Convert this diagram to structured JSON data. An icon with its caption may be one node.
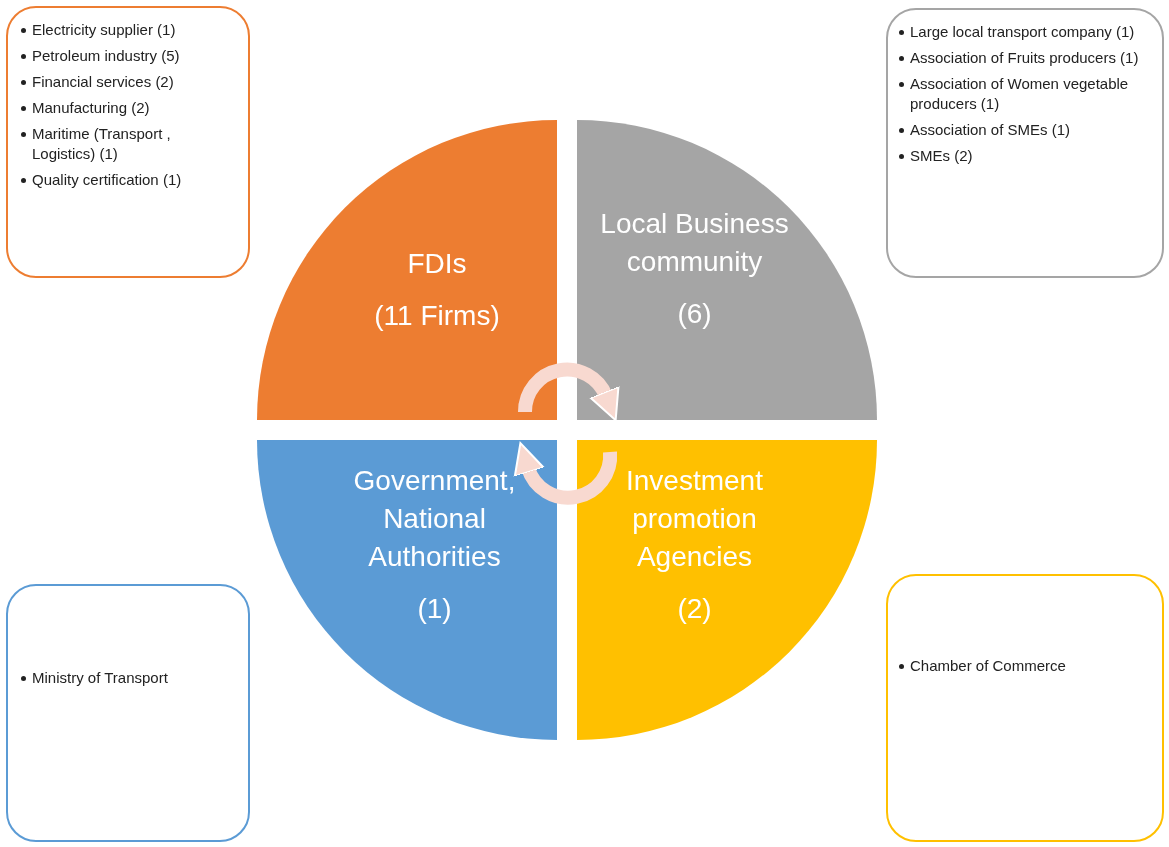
{
  "diagram": {
    "nodes": [
      {
        "text": [
          "Electricity supplier (1)",
          "Petroleum industry (5)",
          "Financial services (2)",
          "Manufacturing (2)",
          "Maritime (Transport , Logistics) (1)",
          "Quality certification (1)"
        ]
      },
      {
        "text": [
          "Large local transport company (1)",
          "Association of Fruits producers (1)",
          "Association of Women vegetable producers (1)",
          "Association of SMEs (1)",
          "SMEs (2)"
        ]
      },
      {
        "text": [
          "FDIs",
          "(11 Firms)"
        ]
      },
      {
        "text": [
          "Local Business community",
          "(6)"
        ]
      },
      {
        "text": [
          "Government, National Authorities",
          "(1)"
        ]
      },
      {
        "text": [
          "Investment promotion Agencies",
          "(2)"
        ]
      },
      {
        "text": [
          "Ministry of Transport"
        ]
      },
      {
        "text": [
          "Chamber of Commerce"
        ]
      }
    ],
    "edges": [
      {
        "from": 2,
        "to": 3,
        "arrow": "to"
      },
      {
        "from": 5,
        "to": 4,
        "arrow": "to"
      }
    ]
  }
}
